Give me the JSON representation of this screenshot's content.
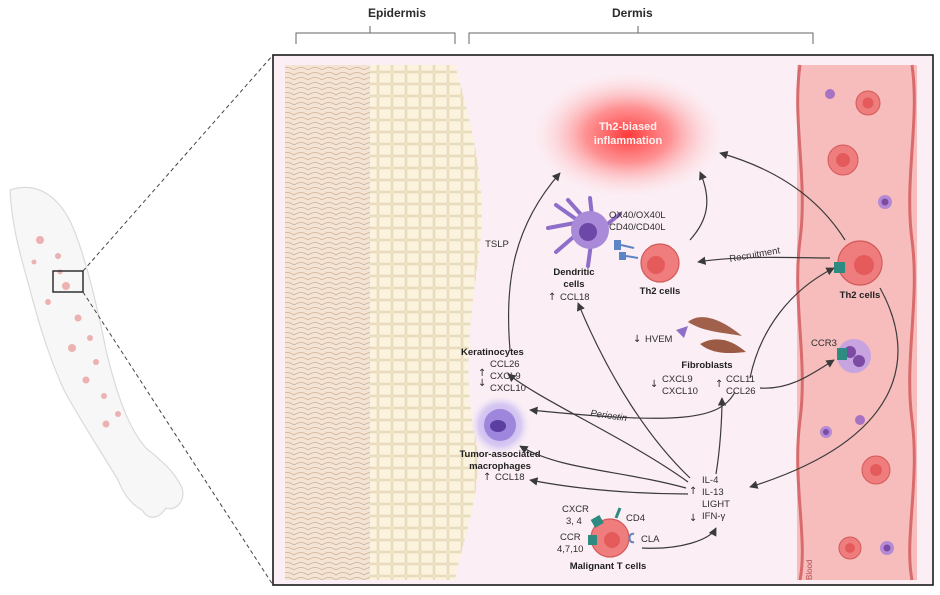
{
  "header": {
    "epidermis": "Epidermis",
    "dermis": "Dermis"
  },
  "inflammation": {
    "line1": "Th2-biased",
    "line2": "inflammation"
  },
  "markers": {
    "ox40": "OX40/OX40L",
    "cd40": "CD40/CD40L",
    "tslp": "TSLP",
    "recruitment": "Recruitment",
    "periostin": "Periostin",
    "hvem": "HVEM",
    "ccr3": "CCR3",
    "blood": "Blood"
  },
  "cells": {
    "dendritic_1": "Dendritic",
    "dendritic_2": "cells",
    "th2_local": "Th2 cells",
    "th2_blood": "Th2 cells",
    "fibroblasts": "Fibroblasts",
    "keratinocytes": "Keratinocytes",
    "tam_1": "Tumor-associated",
    "tam_2": "macrophages",
    "malignant": "Malignant T cells"
  },
  "cytokines": {
    "ccl18_dc": "CCL18",
    "ker_ccl26": "CCL26",
    "ker_cxcl9": "CXCL9",
    "ker_cxcl10": "CXCL10",
    "fib_cxcl9": "CXCL9",
    "fib_cxcl10": "CXCL10",
    "fib_ccl11": "CCL11",
    "fib_ccl26": "CCL26",
    "ccl18_tam": "CCL18",
    "il4": "IL-4",
    "il13": "IL-13",
    "light": "LIGHT",
    "ifng": "IFN-γ"
  },
  "receptors": {
    "cxcr": "CXCR",
    "cxcr_nums": "3, 4",
    "ccr": "CCR",
    "ccr_nums": "4,7,10",
    "cd4": "CD4",
    "cla": "CLA"
  },
  "arrows": {
    "up": "↑",
    "down": "↓"
  },
  "colors": {
    "inflammation": "#ff3b3b",
    "dermis_bg": "#fbeef4",
    "blood_vessel": "#f5b3b3",
    "th2_cell": "#ef7d7d",
    "dendritic": "#8f6ec9",
    "fibroblast": "#a0604c",
    "receptor": "#2e8b82",
    "eosinophil": "#9955b8"
  }
}
